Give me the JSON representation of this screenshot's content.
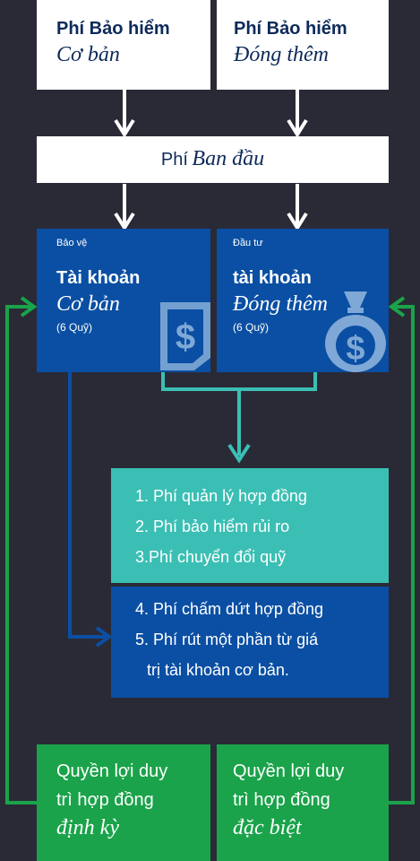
{
  "top_boxes": {
    "basic": {
      "line1": "Phí Bảo hiểm",
      "line2": "Cơ bản"
    },
    "topup": {
      "line1": "Phí Bảo hiểm",
      "line2": "Đóng thêm"
    }
  },
  "initial_fee": {
    "prefix": "Phí",
    "italic": "Ban đầu"
  },
  "accounts": {
    "basic": {
      "tag": "Bảo vệ",
      "title": "Tài khoản",
      "subtitle": "Cơ bản",
      "funds": "(6 Quỹ)",
      "icon": "shield-dollar-icon"
    },
    "topup": {
      "tag": "Đầu tư",
      "title": "tài khoản",
      "subtitle": "Đóng thêm",
      "funds": "(6 Quỹ)",
      "icon": "money-bag-icon"
    }
  },
  "fees_teal": [
    "1. Phí quản lý hợp đồng",
    "2. Phí bảo hiểm rủi ro",
    "3.Phí chuyển đổi quỹ"
  ],
  "fees_blue": [
    "4. Phí chấm dứt hợp đồng",
    "5. Phí rút một phần từ giá",
    "trị tài khoản cơ bản."
  ],
  "benefits": {
    "periodic": {
      "line1": "Quyền lợi duy",
      "line2": "trì hợp đồng",
      "line3": "định kỳ"
    },
    "special": {
      "line1": "Quyền lợi duy",
      "line2": "trì hợp đồng",
      "line3": "đặc biệt"
    }
  },
  "colors": {
    "background": "#2a2a36",
    "box_blue": "#0a4fa3",
    "teal": "#3bbfb4",
    "green": "#1aa34a",
    "white": "#ffffff"
  }
}
